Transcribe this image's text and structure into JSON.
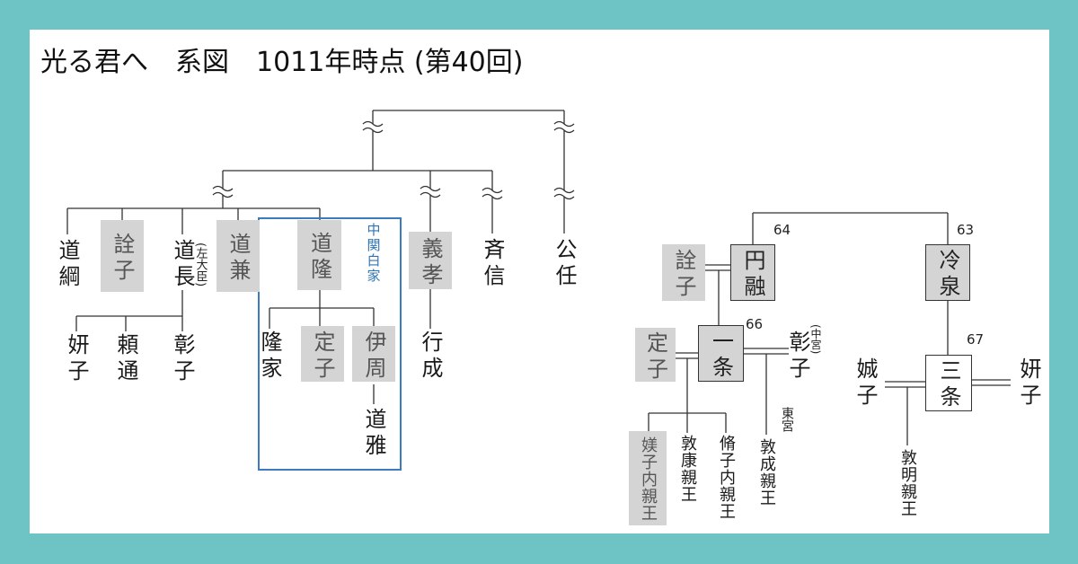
{
  "title": "光る君へ　系図　1011年時点 (第40回)",
  "colors": {
    "frame": "#6ec3c4",
    "panel": "#ffffff",
    "highlight": "#d4d4d4",
    "clan_border": "#3b7bbf",
    "clan_label": "#2e75b6",
    "line": "#333333"
  },
  "clan_group": {
    "label": "中関白家"
  },
  "fujiwara": {
    "michitsuna": {
      "name": "道綱",
      "shaded": false
    },
    "senshi": {
      "name": "詮子",
      "shaded": true
    },
    "michinaga": {
      "name": "道長",
      "note": "(左大臣)",
      "shaded": false
    },
    "michikane": {
      "name": "道兼",
      "shaded": true
    },
    "michitaka": {
      "name": "道隆",
      "shaded": true
    },
    "yoshitaka": {
      "name": "義孝",
      "shaded": true
    },
    "tadanobu": {
      "name": "斉信",
      "shaded": false
    },
    "kinto": {
      "name": "公任",
      "shaded": false
    },
    "kenshi": {
      "name": "妍子",
      "shaded": false
    },
    "yorimichi": {
      "name": "頼通",
      "shaded": false
    },
    "shoshi": {
      "name": "彰子",
      "shaded": false
    },
    "takaie": {
      "name": "隆家",
      "shaded": false
    },
    "teishi": {
      "name": "定子",
      "shaded": true
    },
    "korechika": {
      "name": "伊周",
      "shaded": true
    },
    "michimasa": {
      "name": "道雅",
      "shaded": false
    },
    "yukinari": {
      "name": "行成",
      "shaded": false
    }
  },
  "imperial": {
    "enyu": {
      "name": "円融",
      "reign": "64",
      "shaded": true
    },
    "reizei": {
      "name": "冷泉",
      "reign": "63",
      "shaded": true
    },
    "ichijo": {
      "name": "一条",
      "reign": "66",
      "shaded": true
    },
    "sanjo": {
      "name": "三条",
      "reign": "67",
      "shaded": false
    },
    "senshi": {
      "name": "詮子",
      "shaded": true
    },
    "teishi": {
      "name": "定子",
      "shaded": true
    },
    "shoshi": {
      "name": "彰子",
      "note": "(中宮)",
      "shaded": false
    },
    "seishi": {
      "name": "娍子",
      "shaded": false
    },
    "kenshi": {
      "name": "妍子",
      "shaded": false
    },
    "bishi": {
      "name": "媄子内親王",
      "shaded": true
    },
    "atsuyasu": {
      "name": "敦康親王",
      "shaded": false
    },
    "shushi": {
      "name": "脩子内親王",
      "shaded": false
    },
    "atsuhira": {
      "name": "敦成親王",
      "note": "東宮",
      "shaded": false
    },
    "atsuakira": {
      "name": "敦明親王",
      "shaded": false
    }
  }
}
